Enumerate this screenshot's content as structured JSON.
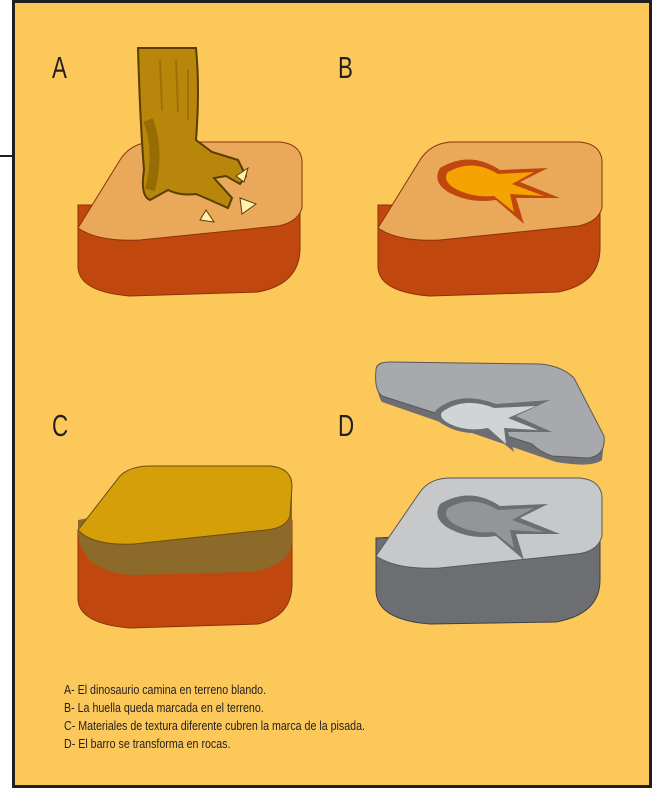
{
  "panels": [
    {
      "letter": "A"
    },
    {
      "letter": "B"
    },
    {
      "letter": "C"
    },
    {
      "letter": "D"
    }
  ],
  "captions": [
    "A- El dinosaurio camina en terreno blando.",
    "B- La huella queda marcada en el terreno.",
    "C- Materiales de textura diferente cubren la marca de la pisada.",
    "D- El barro se transforma en rocas."
  ],
  "colors": {
    "background": "#fcc85a",
    "soil_top": "#e9a85a",
    "soil_side": "#c0480f",
    "footprint": "#f5a300",
    "sediment_top": "#d49f08",
    "sediment_side": "#8c6a2a",
    "rock_top": "#c7c8ca",
    "rock_side": "#6d6e71",
    "dino_skin": "#b8860b"
  }
}
